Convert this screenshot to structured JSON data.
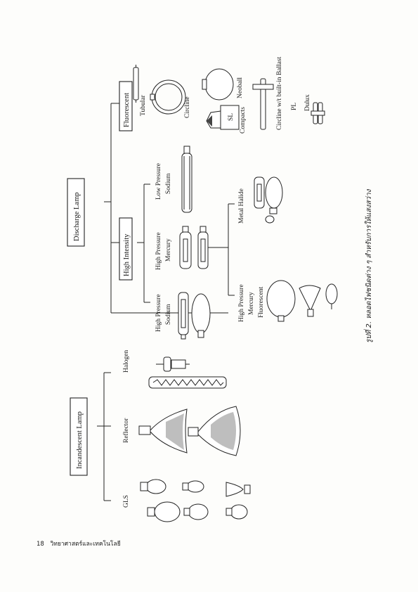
{
  "footer": {
    "page_number": "18",
    "journal_title": "วิทยาศาสตร์และเทคโนโลยี"
  },
  "figure": {
    "caption": "รูปที่ 2. หลอดไฟชนิดต่าง ๆ สำหรับการให้แสงสว่าง",
    "root_discharge": "Discharge Lamp",
    "root_incandescent": "Incandescent Lamp",
    "fluorescent": {
      "box": "Fluorescent",
      "tubular": "Tubular",
      "circline": "Circline",
      "neoball": "Neoball",
      "compacts": "Compacts",
      "circline_ballast": "Circline w/t built-in Ballast",
      "pl": "PL",
      "dulux": "Dulux",
      "sl_mark": "SL"
    },
    "high_intensity": {
      "box": "High Intensity",
      "lp_sodium_1": "Low Pressure",
      "lp_sodium_2": "Sodium",
      "hp_mercury_1": "High Pressure",
      "hp_mercury_2": "Mercury",
      "hp_sodium_1": "High Pressure",
      "hp_sodium_2": "Sodium",
      "metal_halide": "Metal Halide",
      "hp_mf_1": "High Pressure",
      "hp_mf_2": "Mercury",
      "hp_mf_3": "Fluorescent"
    },
    "incandescent": {
      "halogen": "Halogen",
      "reflector": "Reflector",
      "gls": "GLS"
    }
  }
}
